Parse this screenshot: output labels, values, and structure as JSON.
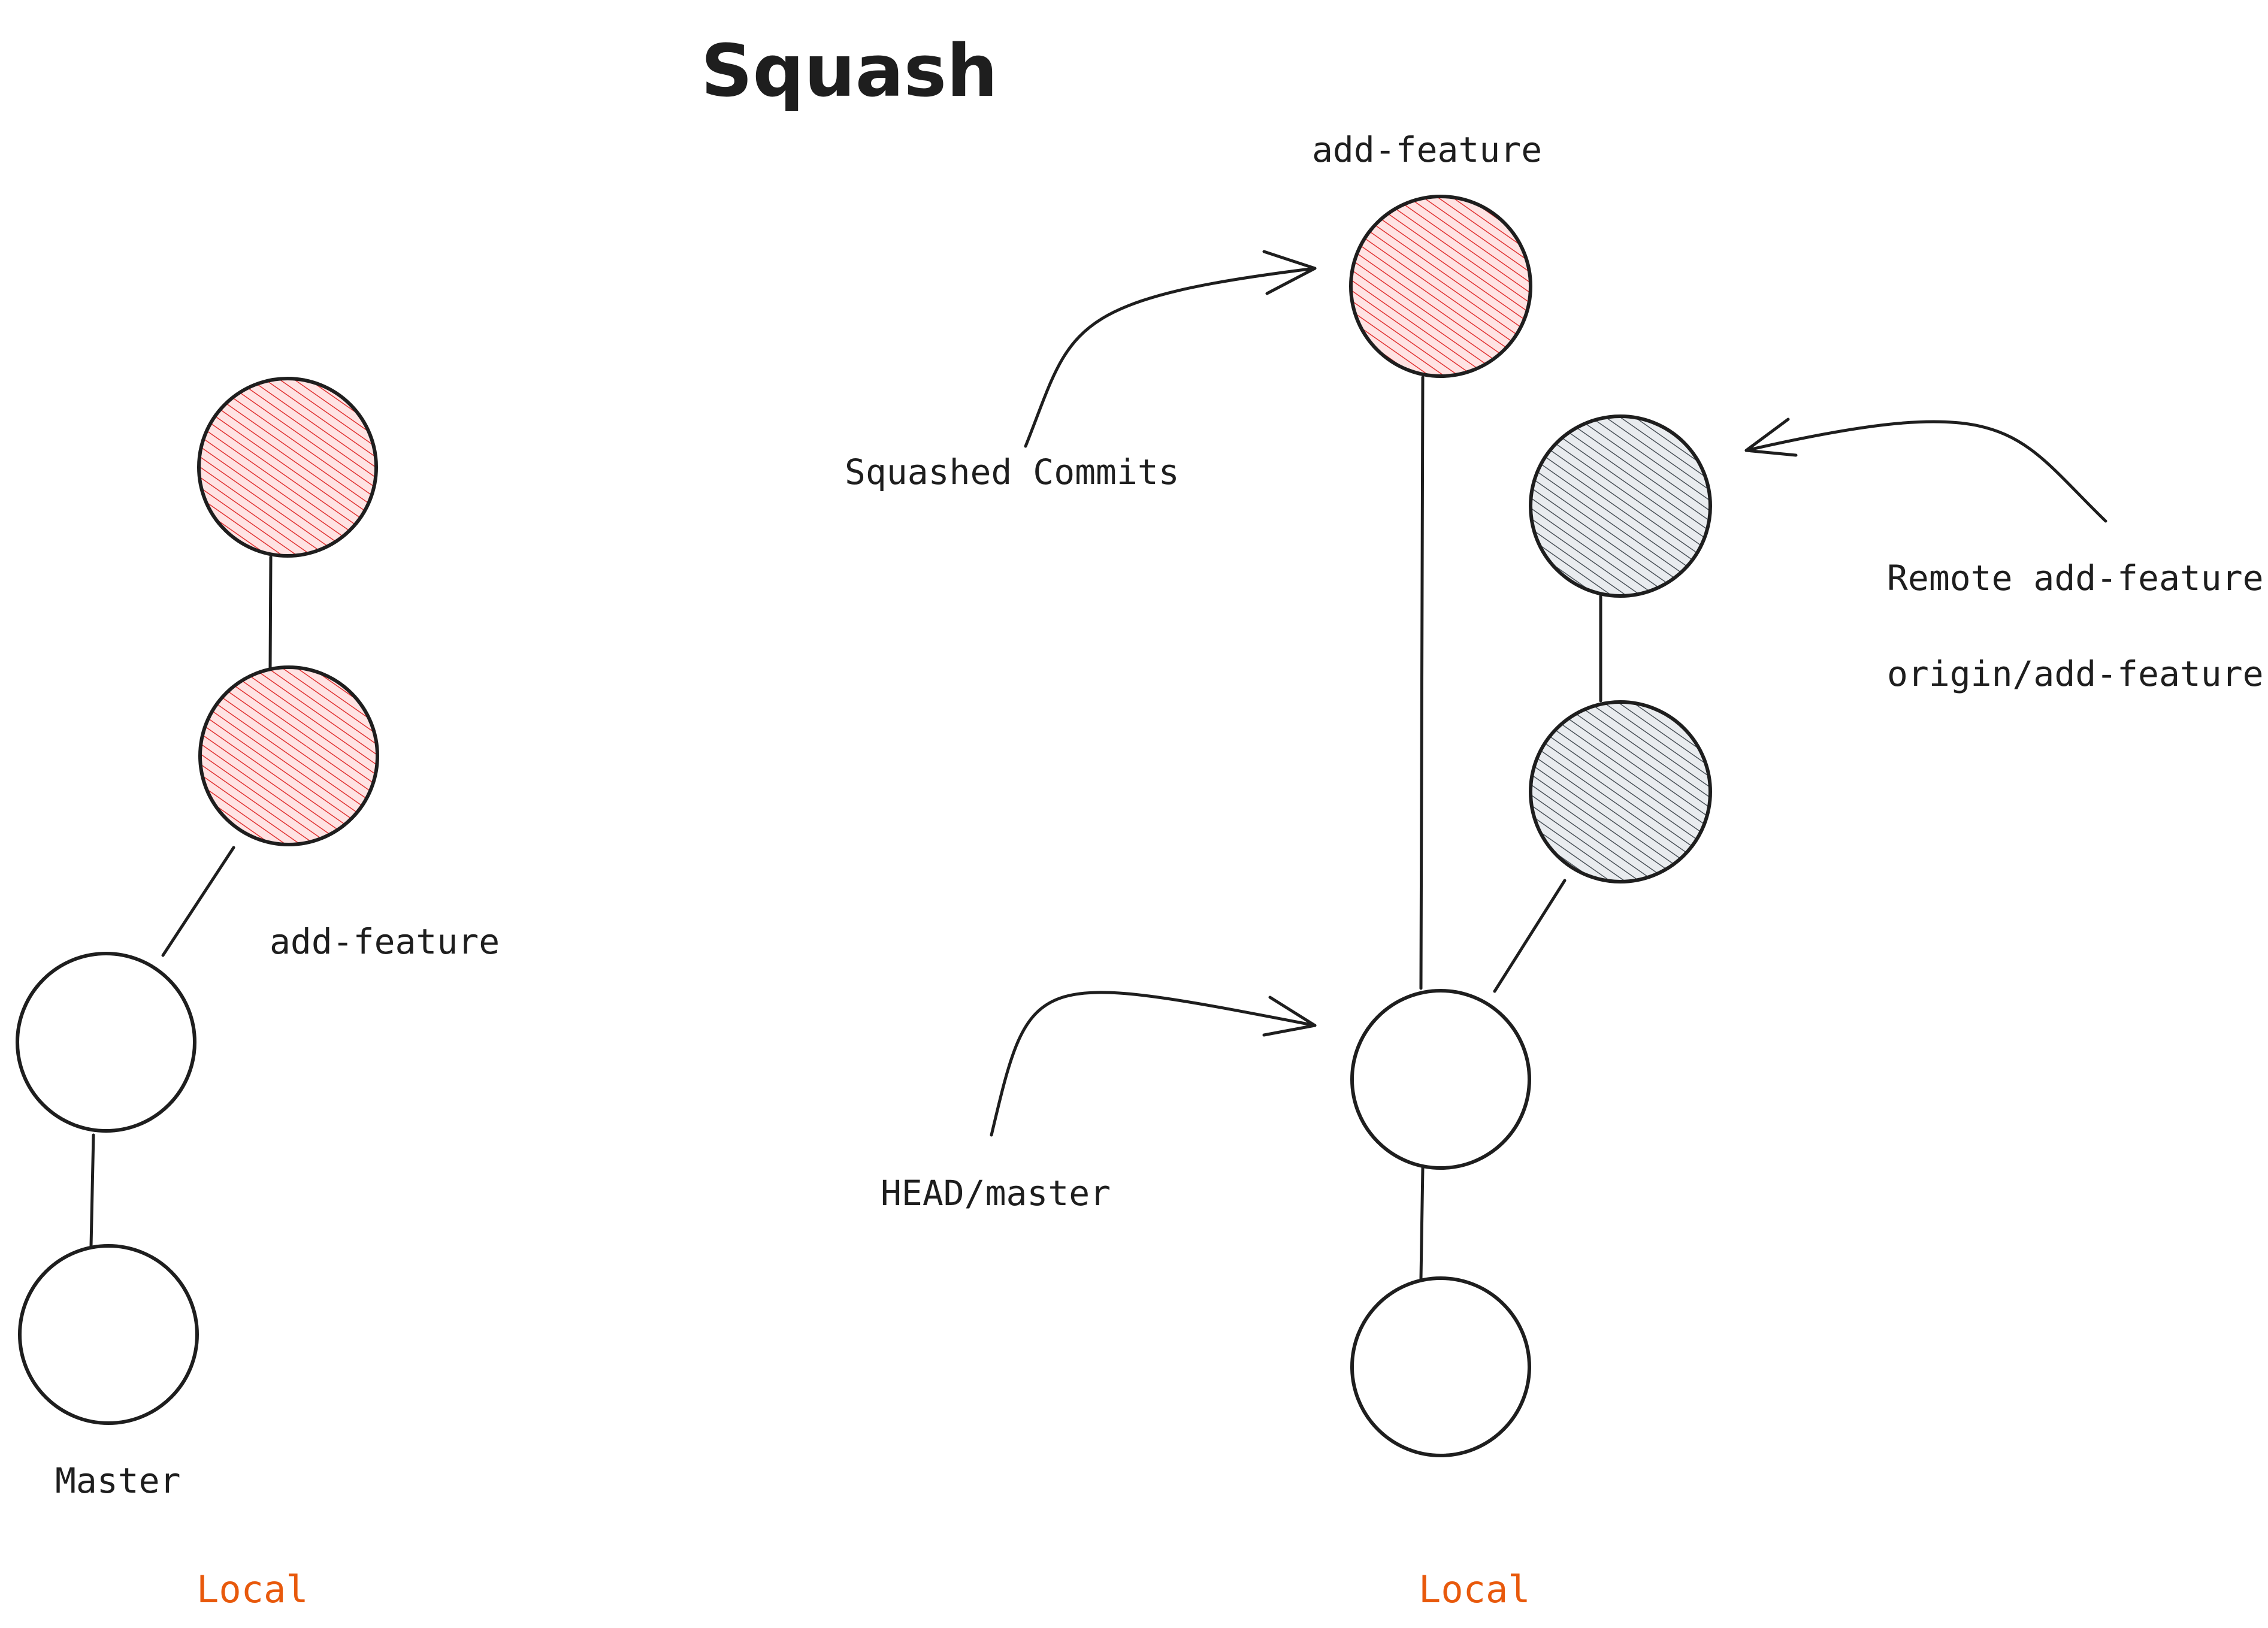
{
  "title": "Squash",
  "colors": {
    "ink": "#1e1e1e",
    "local_label": "#e8590c",
    "feature_hatch": "#e03131",
    "feature_fill": "#ffe3e3",
    "remote_hatch": "#495057",
    "remote_fill": "#e9ecef",
    "plain_fill": "#ffffff"
  },
  "left": {
    "branch_label": "add-feature",
    "master_label": "Master",
    "local_label": "Local"
  },
  "right": {
    "branch_label": "add-feature",
    "squashed_label": "Squashed Commits",
    "head_label": "HEAD/master",
    "remote_label": "Remote add-feature",
    "origin_label": "origin/add-feature",
    "local_label": "Local"
  }
}
